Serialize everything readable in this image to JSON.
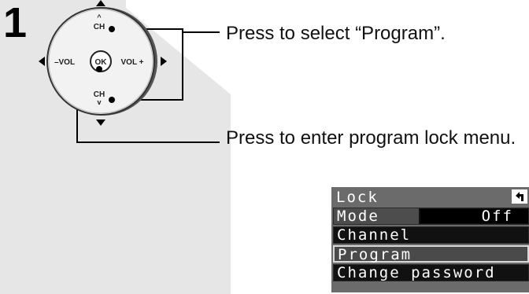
{
  "step": {
    "number": "1"
  },
  "remote": {
    "ch_up_label": "CH",
    "ch_down_label": "CH",
    "vol_minus_label": "–VOL",
    "vol_plus_label": "VOL +",
    "ok_label": "OK"
  },
  "captions": {
    "select_program": "Press to select “Program”.",
    "enter_lock_menu": "Press to enter program lock menu."
  },
  "tv_menu": {
    "title": "Lock",
    "back_icon": "return-arrow-icon",
    "items": [
      {
        "label": "Mode",
        "value": "Off"
      },
      {
        "label": "Channel"
      },
      {
        "label": "Program"
      },
      {
        "label": "Change password"
      }
    ],
    "selected_item": "Program"
  },
  "colors": {
    "panel_gray": "#e6e6e6",
    "menu_bg": "#6b6b6b",
    "row_bg": "#111111",
    "highlight_border": "#d9d9d9"
  }
}
